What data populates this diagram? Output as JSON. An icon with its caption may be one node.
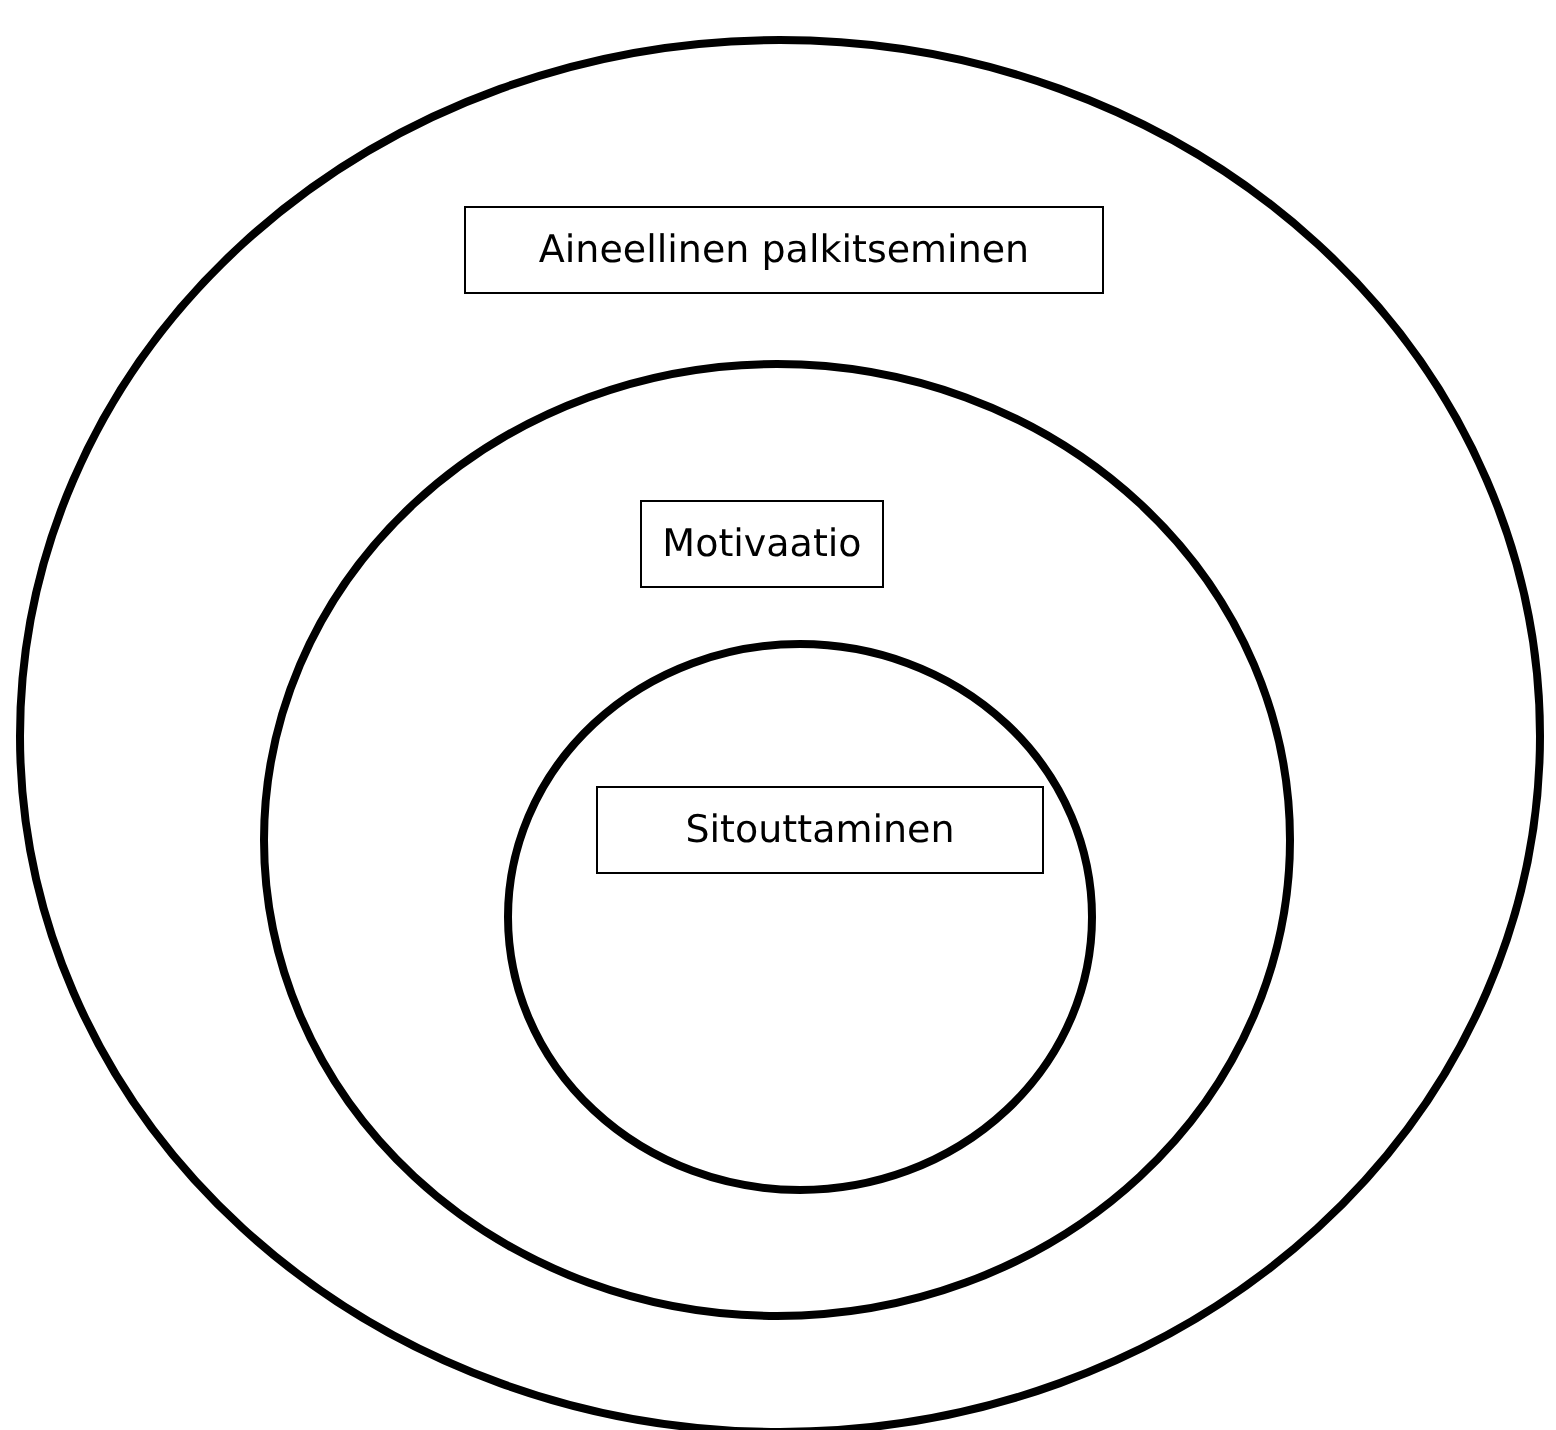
{
  "diagram": {
    "nodes": [
      {
        "text": [],
        "shape": "ellipse"
      },
      {
        "text": [
          "Aineellinen palkitseminen"
        ],
        "in": 0
      },
      {
        "text": [],
        "shape": "ellipse",
        "in": 0
      },
      {
        "text": [
          "Motivaatio"
        ],
        "in": 2
      },
      {
        "text": [],
        "shape": "ellipse",
        "in": 2
      },
      {
        "text": [
          "Sitouttaminen"
        ],
        "in": 4
      }
    ]
  }
}
